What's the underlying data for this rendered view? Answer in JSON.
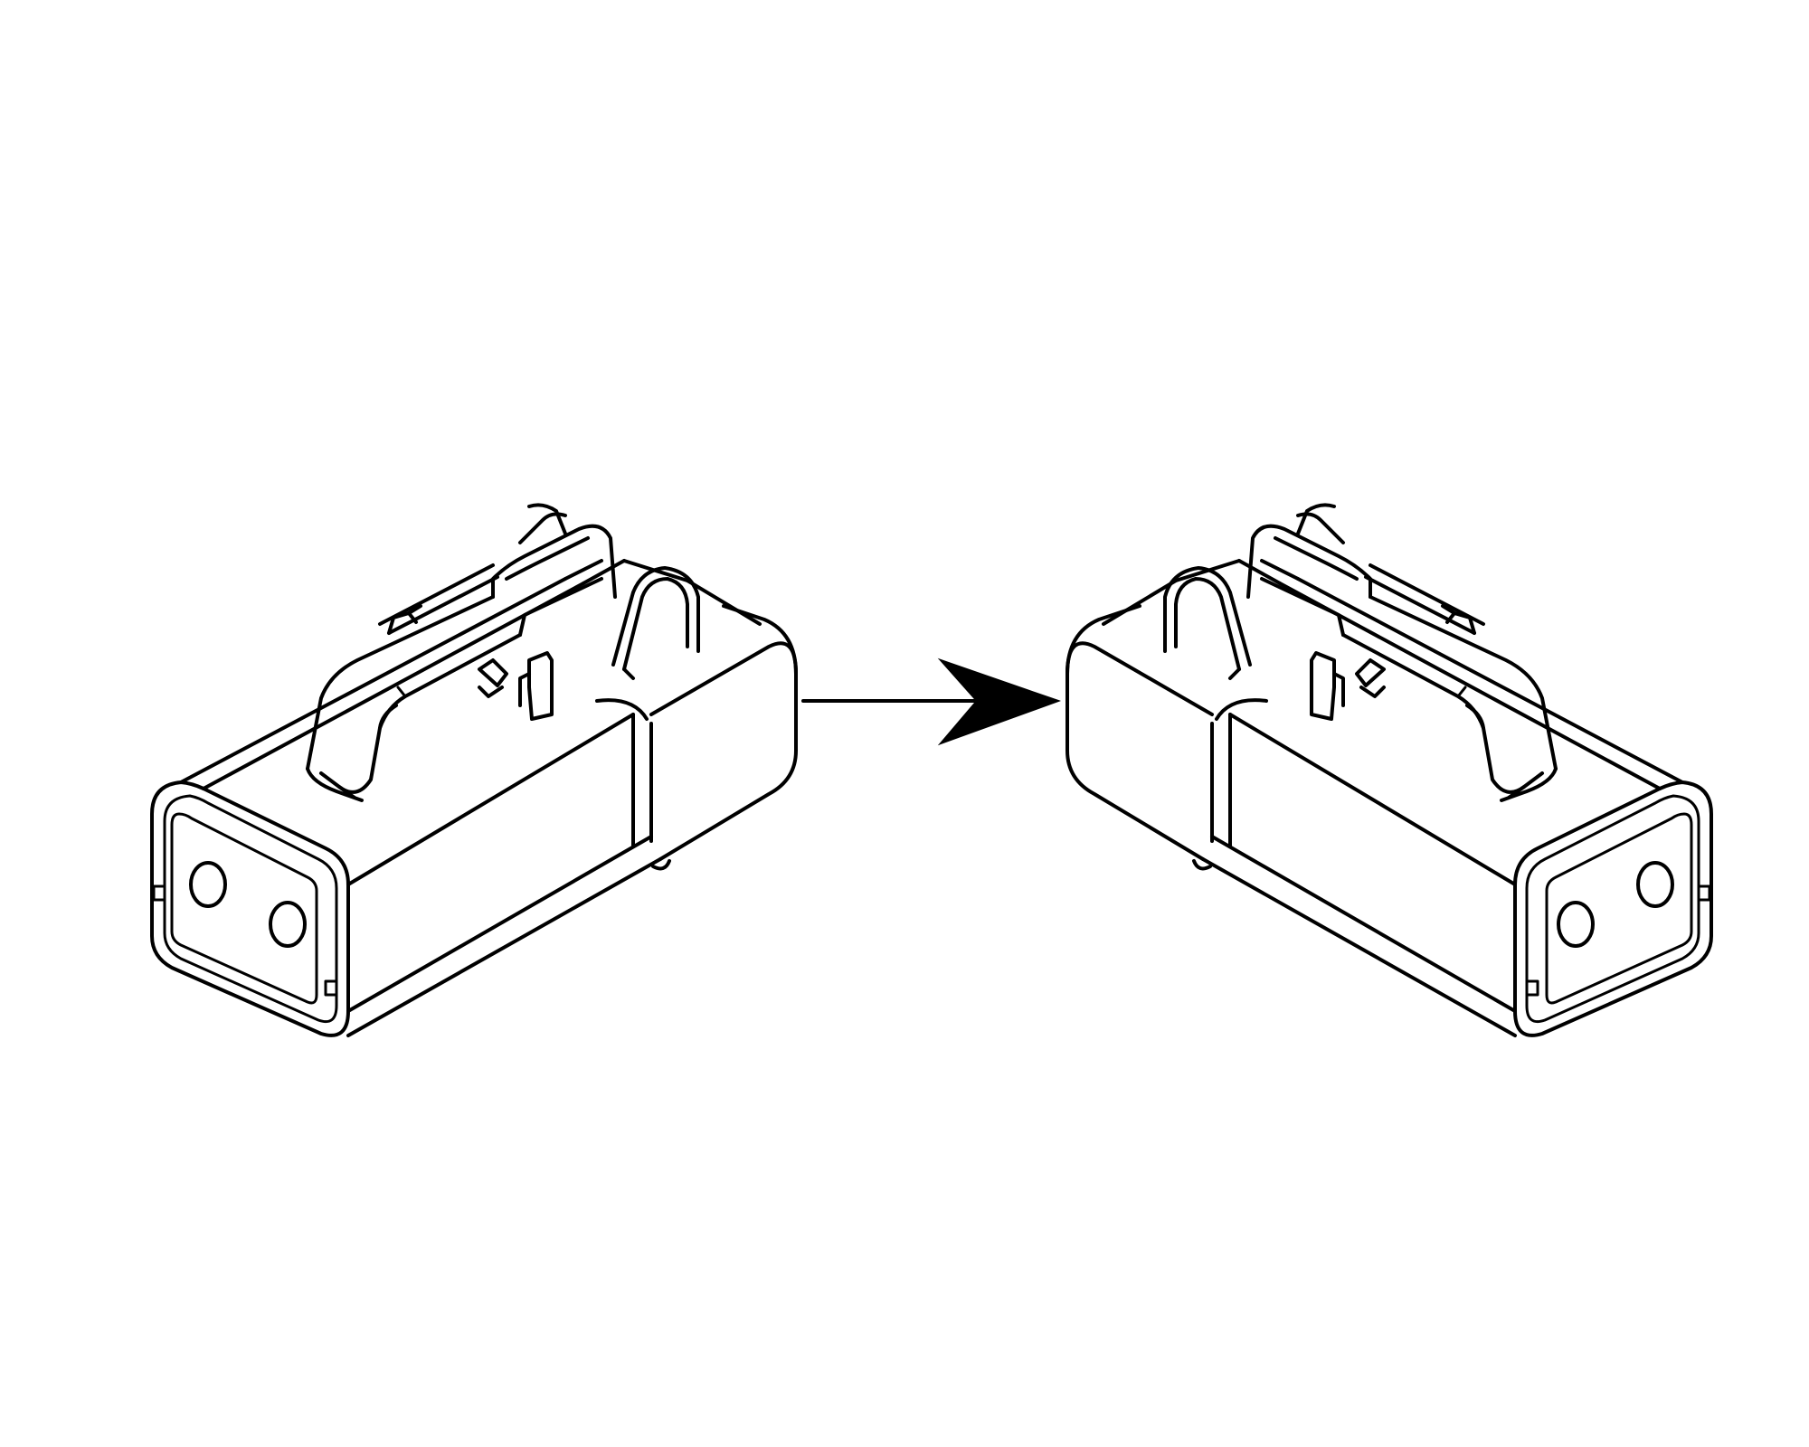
{
  "diagram": {
    "description_items": [
      {
        "name": "connector-housing-original"
      },
      {
        "name": "direction-arrow"
      },
      {
        "name": "connector-housing-mirrored"
      }
    ],
    "colors": {
      "line": "#000000",
      "background": "#ffffff"
    }
  }
}
